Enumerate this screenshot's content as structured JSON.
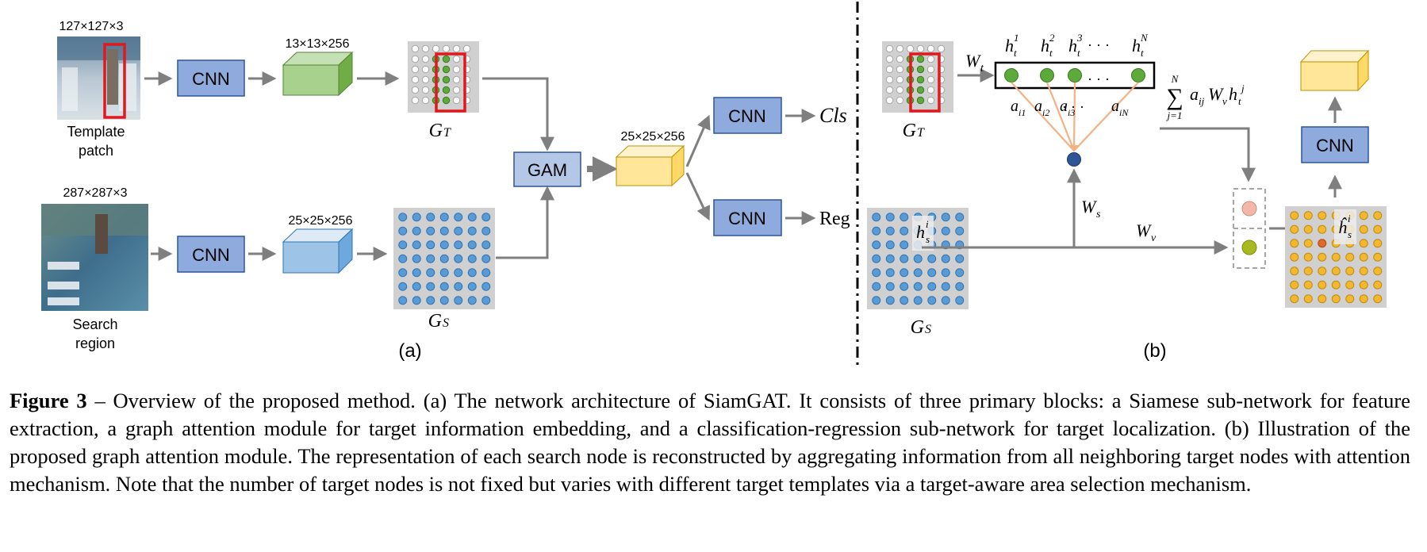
{
  "panel_a": {
    "template_size": "127×127×3",
    "template_label_1": "Template",
    "template_label_2": "patch",
    "search_size": "287×287×3",
    "search_label_1": "Search",
    "search_label_2": "region",
    "cnn_label": "CNN",
    "template_feat_size": "13×13×256",
    "search_feat_size": "25×25×256",
    "gt_label": "G",
    "gt_sub": "T",
    "gs_label": "G",
    "gs_sub": "S",
    "gam_label": "GAM",
    "fused_size": "25×25×256",
    "cls_label": "Cls",
    "reg_label": "Reg",
    "caption": "(a)"
  },
  "panel_b": {
    "gt_label": "G",
    "gt_sub": "T",
    "gs_label": "G",
    "gs_sub": "S",
    "wt": "W",
    "wt_sub": "t",
    "ws": "W",
    "ws_sub": "s",
    "wv": "W",
    "wv_sub": "v",
    "node_labels": [
      {
        "base": "h",
        "sub": "t",
        "sup": "1"
      },
      {
        "base": "h",
        "sub": "t",
        "sup": "2"
      },
      {
        "base": "h",
        "sub": "t",
        "sup": "3"
      },
      {
        "base": "h",
        "sub": "t",
        "sup": "N"
      }
    ],
    "attn_labels": [
      {
        "base": "a",
        "sub": "i1"
      },
      {
        "base": "a",
        "sub": "i2"
      },
      {
        "base": "a",
        "sub": "i3"
      },
      {
        "base": "a",
        "sub": "iN"
      }
    ],
    "dots": "· · ·",
    "sum_top": "N",
    "sum_symbol": "∑",
    "sum_bottom": "j=1",
    "sum_expr_a": "a",
    "sum_expr_a_sub": "ij",
    "sum_expr_w": "W",
    "sum_expr_w_sub": "v",
    "sum_expr_h": "h",
    "sum_expr_h_sub": "t",
    "sum_expr_h_sup": "j",
    "hs_label": "h",
    "hs_sub": "s",
    "hs_sup": "i",
    "hs_hat_label": "ĥ",
    "hs_hat_sub": "s",
    "hs_hat_sup": "i",
    "cnn_label": "CNN",
    "caption": "(b)"
  },
  "caption": {
    "label": "Figure 3",
    "text": " – Overview of the proposed method. (a) The network architecture of SiamGAT. It consists of three primary blocks: a Siamese sub-network for feature extraction, a graph attention module for target information embedding, and a classification-regression sub-network for target localization. (b) Illustration of the proposed graph attention module. The representation of each search node is reconstructed by aggregating information from all neighboring target nodes with attention mechanism. Note that the number of target nodes is not fixed but varies with different target templates via a target-aware area selection mechanism."
  },
  "colors": {
    "cnn_fill": "#8FAADC",
    "cnn_stroke": "#2F5597",
    "template_feat": "#A9D18E",
    "search_feat": "#9DC3E6",
    "fused_feat": "#FFE699",
    "green_node": "#5BAA3A",
    "blue_node": "#5B9BD5",
    "yellow_node": "#F4B82E",
    "red_box": "#E0191E",
    "arrow": "#7F7F7F",
    "attn_line": "#F4B183",
    "agg_node": "#2F5597"
  }
}
